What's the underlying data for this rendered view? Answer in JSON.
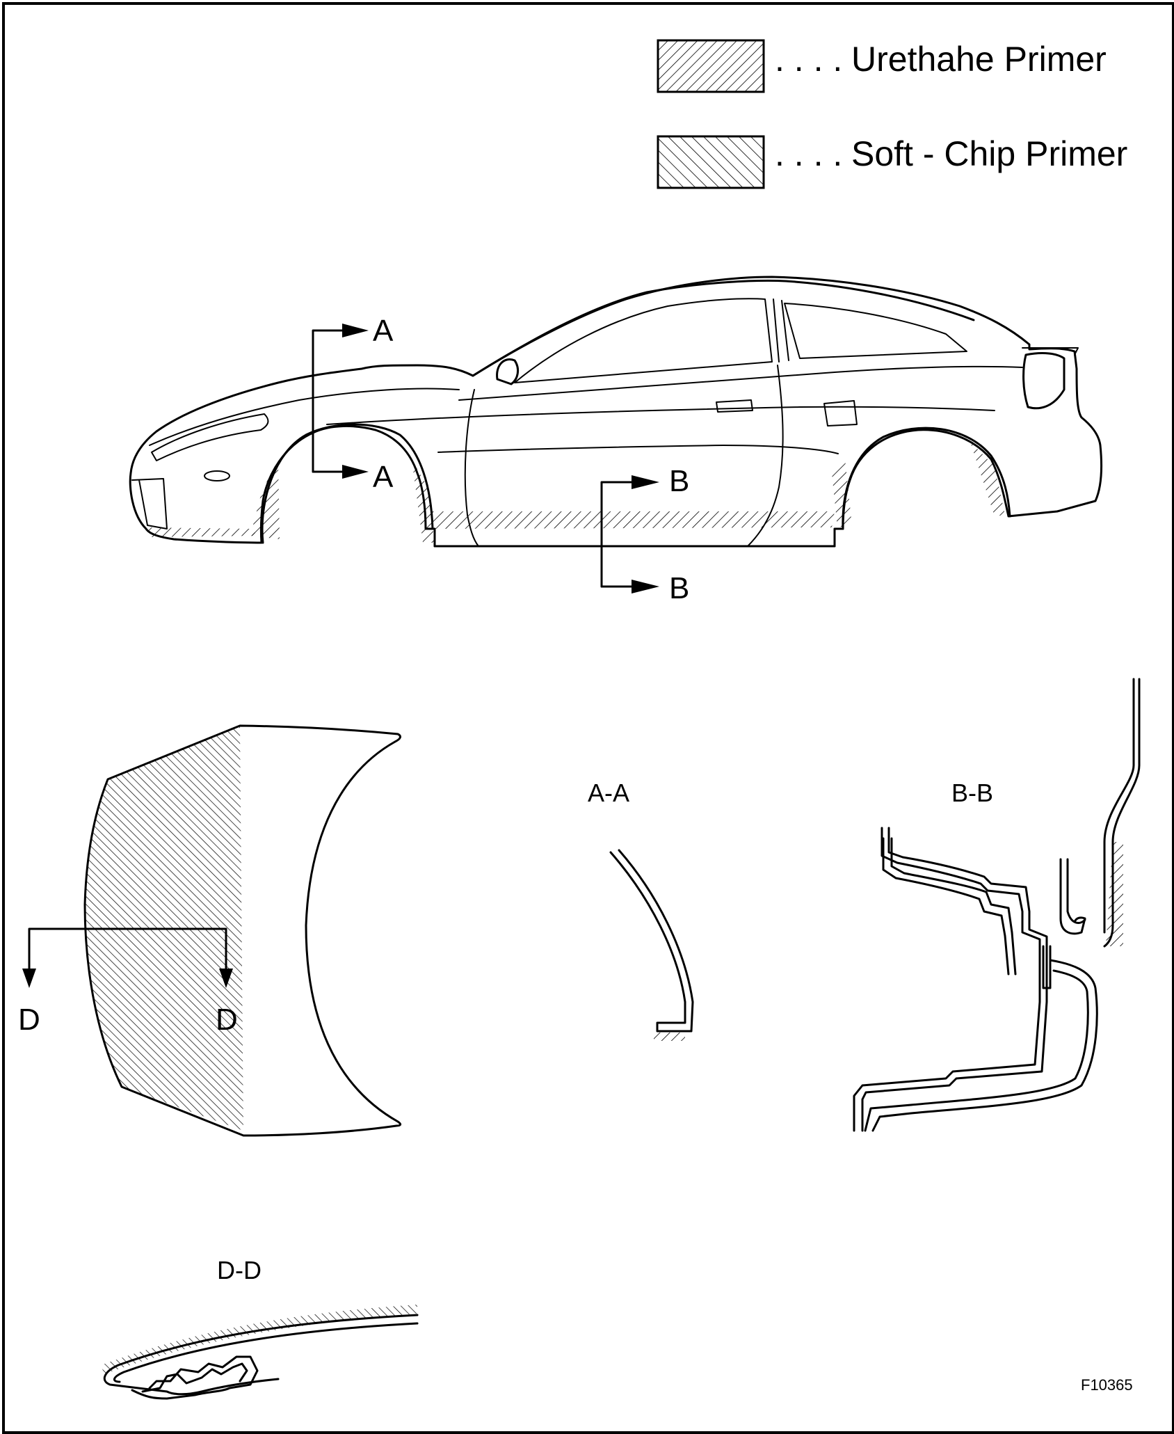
{
  "legend": {
    "items": [
      {
        "dots": ". . . .",
        "label": "Urethahe Primer",
        "pattern": "urethane"
      },
      {
        "dots": ". . . .",
        "label": "Soft - Chip Primer",
        "pattern": "softchip"
      }
    ]
  },
  "car_view": {
    "cut_a_top": "A",
    "cut_a_bottom": "A",
    "cut_b_top": "B",
    "cut_b_bottom": "B"
  },
  "fender_view": {
    "cut_d_left": "D",
    "cut_d_right": "D"
  },
  "sections": {
    "aa": "A-A",
    "bb": "B-B",
    "dd": "D-D"
  },
  "figure_id": "F10365",
  "colors": {
    "ink": "#000000",
    "paper": "#ffffff"
  }
}
